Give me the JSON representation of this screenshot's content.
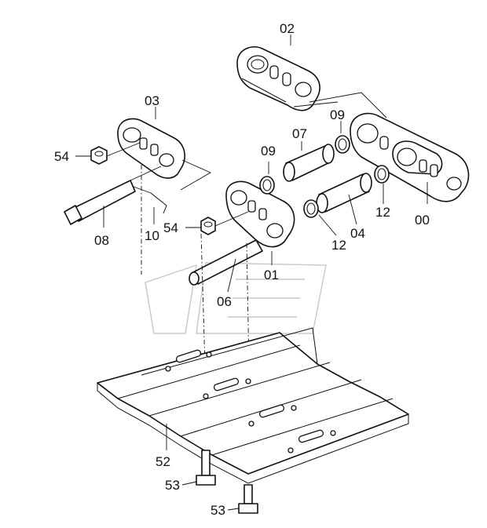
{
  "labels": {
    "l02": "02",
    "l03": "03",
    "l09a": "09",
    "l09b": "09",
    "l07": "07",
    "l54a": "54",
    "l54b": "54",
    "l08": "08",
    "l10": "10",
    "l12a": "12",
    "l12b": "12",
    "l04": "04",
    "l00": "00",
    "l01": "01",
    "l06": "06",
    "l52": "52",
    "l53a": "53",
    "l53b": "53"
  }
}
